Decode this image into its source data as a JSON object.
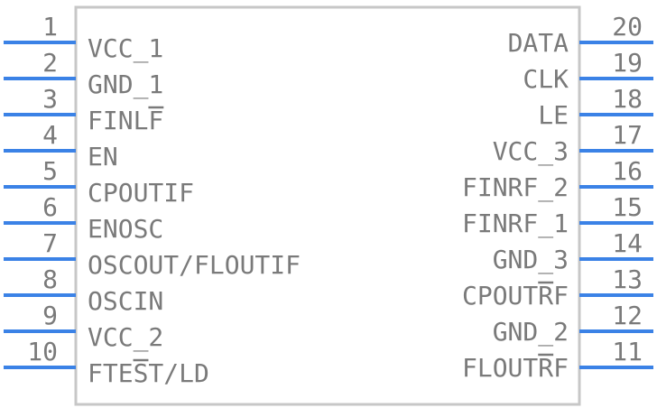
{
  "colors": {
    "body_stroke": "#c7c7c7",
    "pin_line": "#3b82e6",
    "text": "#7a7a7a"
  },
  "left_pins": [
    {
      "number": "1",
      "label": "VCC_1"
    },
    {
      "number": "2",
      "label": "GND_1"
    },
    {
      "number": "3",
      "label": "FINLF"
    },
    {
      "number": "4",
      "label": "EN"
    },
    {
      "number": "5",
      "label": "CPOUTIF"
    },
    {
      "number": "6",
      "label": "ENOSC"
    },
    {
      "number": "7",
      "label": "OSCOUT/FLOUTIF"
    },
    {
      "number": "8",
      "label": "OSCIN"
    },
    {
      "number": "9",
      "label": "VCC_2"
    },
    {
      "number": "10",
      "label": "FTEST/LD"
    }
  ],
  "right_pins": [
    {
      "number": "20",
      "label": "DATA"
    },
    {
      "number": "19",
      "label": "CLK"
    },
    {
      "number": "18",
      "label": "LE"
    },
    {
      "number": "17",
      "label": "VCC_3"
    },
    {
      "number": "16",
      "label": "FINRF_2"
    },
    {
      "number": "15",
      "label": "FINRF_1"
    },
    {
      "number": "14",
      "label": "GND_3"
    },
    {
      "number": "13",
      "label": "CPOUTRF"
    },
    {
      "number": "12",
      "label": "GND_2"
    },
    {
      "number": "11",
      "label": "FLOUTRF"
    }
  ]
}
